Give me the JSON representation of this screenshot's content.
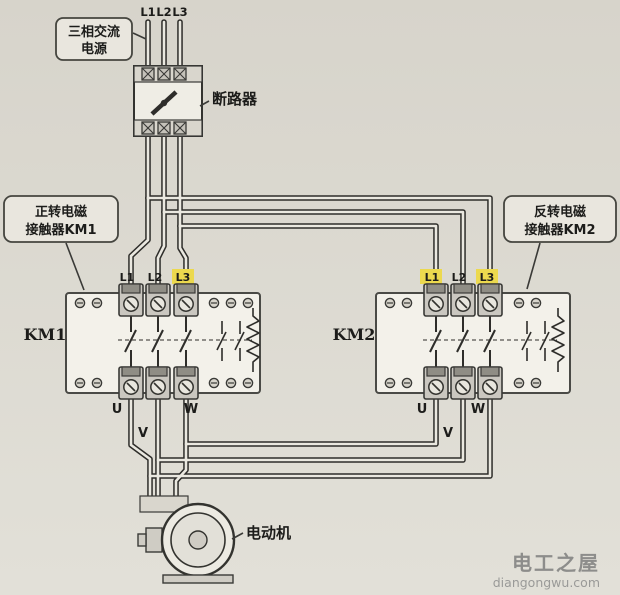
{
  "colors": {
    "background": "#d8d5cc",
    "panel": "#f3f1ea",
    "line": "#2e2d2a",
    "wire_core": "#eae8e0",
    "callout_bg": "#e9e6de",
    "highlight": "#ecd94e",
    "watermark_text": "#8d8d8b"
  },
  "power_source": {
    "line1": "三相交流",
    "line2": "电源"
  },
  "phase_labels": [
    "L1",
    "L2",
    "L3"
  ],
  "breaker": {
    "label": "断路器"
  },
  "km1": {
    "name": "KM1",
    "callout_line1": "正转电磁",
    "callout_line2": "接触器KM1",
    "top_terminals": [
      "L1",
      "L2",
      "L3"
    ],
    "bottom_terminals": [
      "U",
      "V",
      "W"
    ]
  },
  "km2": {
    "name": "KM2",
    "callout_line1": "反转电磁",
    "callout_line2": "接触器KM2",
    "top_terminals": [
      "L1",
      "L2",
      "L3"
    ],
    "bottom_terminals": [
      "U",
      "V",
      "W"
    ]
  },
  "motor": {
    "label": "电动机"
  },
  "watermark": {
    "title": "电工之屋",
    "url": "diangongwu.com"
  }
}
